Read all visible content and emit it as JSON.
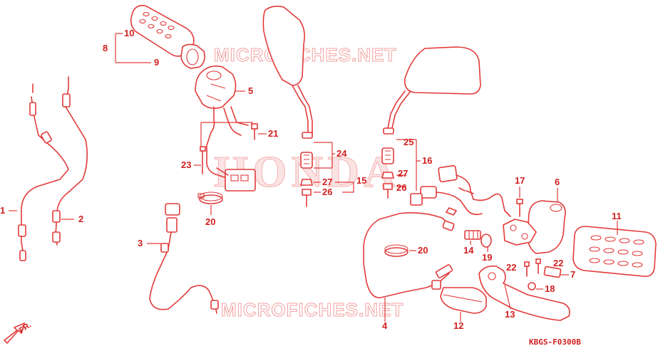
{
  "watermarks": {
    "top": "MICROFICHES.NET",
    "bottom": "MICROFICHES.NET",
    "center": "HONDA"
  },
  "diagram_code": "KBGS-F0300B",
  "direction_label": "FR.",
  "callouts": [
    {
      "id": "c1",
      "label": "1"
    },
    {
      "id": "c2",
      "label": "2"
    },
    {
      "id": "c3",
      "label": "3"
    },
    {
      "id": "c4",
      "label": "4"
    },
    {
      "id": "c5",
      "label": "5"
    },
    {
      "id": "c6",
      "label": "6"
    },
    {
      "id": "c7",
      "label": "7"
    },
    {
      "id": "c8",
      "label": "8"
    },
    {
      "id": "c9",
      "label": "9"
    },
    {
      "id": "c10",
      "label": "10"
    },
    {
      "id": "c11",
      "label": "11"
    },
    {
      "id": "c12",
      "label": "12"
    },
    {
      "id": "c13",
      "label": "13"
    },
    {
      "id": "c14",
      "label": "14"
    },
    {
      "id": "c15",
      "label": "15"
    },
    {
      "id": "c16",
      "label": "16"
    },
    {
      "id": "c17",
      "label": "17"
    },
    {
      "id": "c18",
      "label": "18"
    },
    {
      "id": "c19",
      "label": "19"
    },
    {
      "id": "c20a",
      "label": "20"
    },
    {
      "id": "c20b",
      "label": "20"
    },
    {
      "id": "c21",
      "label": "21"
    },
    {
      "id": "c22a",
      "label": "22"
    },
    {
      "id": "c22b",
      "label": "22"
    },
    {
      "id": "c23",
      "label": "23"
    },
    {
      "id": "c24",
      "label": "24"
    },
    {
      "id": "c25",
      "label": "25"
    },
    {
      "id": "c26a",
      "label": "26"
    },
    {
      "id": "c26b",
      "label": "26"
    },
    {
      "id": "c27a",
      "label": "27"
    },
    {
      "id": "c27b",
      "label": "27"
    }
  ]
}
